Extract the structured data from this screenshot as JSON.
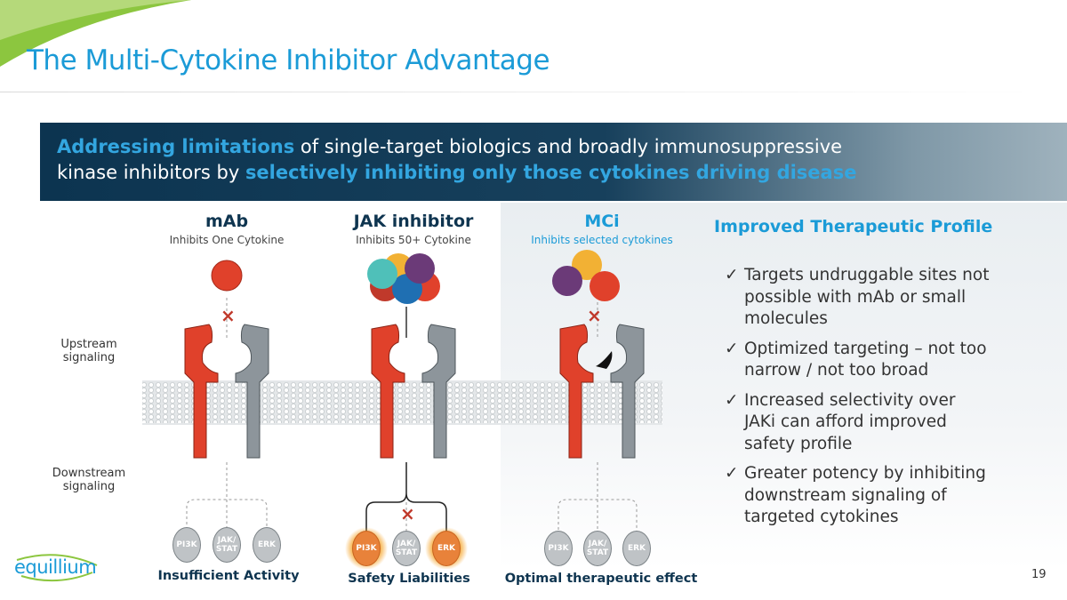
{
  "title": "The Multi-Cytokine Inhibitor Advantage",
  "banner": {
    "part1_highlight": "Addressing limitations",
    "part1_rest": " of single-target biologics and broadly immunosuppressive",
    "part2_rest": "kinase inhibitors by ",
    "part2_highlight": "selectively inhibiting only those cytokines driving disease"
  },
  "columns": [
    {
      "heading": "mAb",
      "subheading": "Inhibits One Cytokine",
      "outcome": "Insufficient Activity"
    },
    {
      "heading": "JAK inhibitor",
      "subheading": "Inhibits 50+ Cytokine",
      "outcome": "Safety Liabilities"
    },
    {
      "heading": "MCi",
      "subheading": "Inhibits selected cytokines",
      "outcome": "Optimal therapeutic effect"
    }
  ],
  "side_labels": {
    "upstream": "Upstream signaling",
    "downstream": "Downstream signaling"
  },
  "kinases": [
    "PI3K",
    "JAK/ STAT",
    "ERK"
  ],
  "right_panel": {
    "title": "Improved Therapeutic Profile",
    "check": "✓",
    "bullets": [
      "Targets undruggable sites not possible with mAb or small molecules",
      "Optimized targeting – not too narrow / not too broad",
      "Increased selectivity over JAKi can afford improved safety profile",
      "Greater potency by inhibiting downstream signaling of targeted cytokines"
    ]
  },
  "logo": "equillium",
  "page_number": "19",
  "colors": {
    "title": "#1b9bd7",
    "navy": "#0f3550",
    "receptor_red": "#e0412b",
    "receptor_grey": "#8d959b",
    "kinase_active": "#e8823a"
  }
}
